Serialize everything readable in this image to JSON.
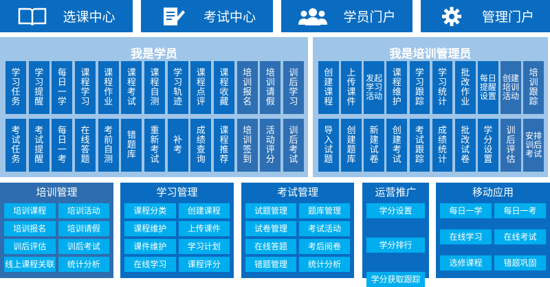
{
  "nav": [
    {
      "label": "选课中心",
      "icon": "book-icon"
    },
    {
      "label": "考试中心",
      "icon": "exam-edit-icon"
    },
    {
      "label": "学员门户",
      "icon": "users-icon"
    },
    {
      "label": "管理门户",
      "icon": "gear-icon"
    }
  ],
  "student": {
    "title": "我是学员",
    "row1": [
      "学习任务",
      "学习提醒",
      "每日一学",
      "课程学习",
      "课程作业",
      "课程考试",
      "课程自测",
      "学习轨迹",
      "课程点评",
      "课程收藏",
      "培训报名",
      "培训请假",
      "训后学习"
    ],
    "row2": [
      "考试任务",
      "考试提醒",
      "每日一考",
      "在线答题",
      "考前自测",
      "错题库",
      "重新考试",
      "补考",
      "成绩查询",
      "课程推荐",
      "培训签到",
      "活动评分",
      "训后考试"
    ]
  },
  "admin": {
    "title": "我是培训管理员",
    "row1": [
      "创建课程",
      "上传课件",
      "发起学习活动",
      "课程维护",
      "学习跟踪",
      "学习统计",
      "批改作业",
      "每日提醒设置",
      "创建培训活动",
      "培训跟踪"
    ],
    "row2": [
      "导入试题",
      "创建题库",
      "新建试卷",
      "创建考试",
      "考试跟踪",
      "成绩统计",
      "批改试卷",
      "学分设置",
      "训后评估",
      "安排训后考试"
    ]
  },
  "modules": [
    {
      "title": "培训管理",
      "items": [
        "培训课程",
        "培训活动",
        "培训报名",
        "培训请假",
        "训后评估",
        "训后考试",
        "线上课程关联",
        "统计分析"
      ]
    },
    {
      "title": "学习管理",
      "items": [
        "课程分类",
        "创建课程",
        "课程维护",
        "上传课件",
        "课件维护",
        "学习计划",
        "在线学习",
        "课程评分"
      ]
    },
    {
      "title": "考试管理",
      "items": [
        "试题管理",
        "题库管理",
        "试卷管理",
        "考试活动",
        "在线答题",
        "考后阅卷",
        "错题管理",
        "统计分析"
      ]
    },
    {
      "title": "运营推广",
      "items": [
        "学分设置",
        "学分排行",
        "学分获取跟踪"
      ]
    },
    {
      "title": "移动应用",
      "items": [
        "每日一学",
        "每日一考",
        "在线学习",
        "在线考试",
        "选修课程",
        "错题巩固"
      ]
    }
  ],
  "colors": {
    "primary": "#0a6cc0",
    "dark": "#2e6fb3",
    "panel": "#9fc5e8",
    "item": "#00aeef"
  }
}
